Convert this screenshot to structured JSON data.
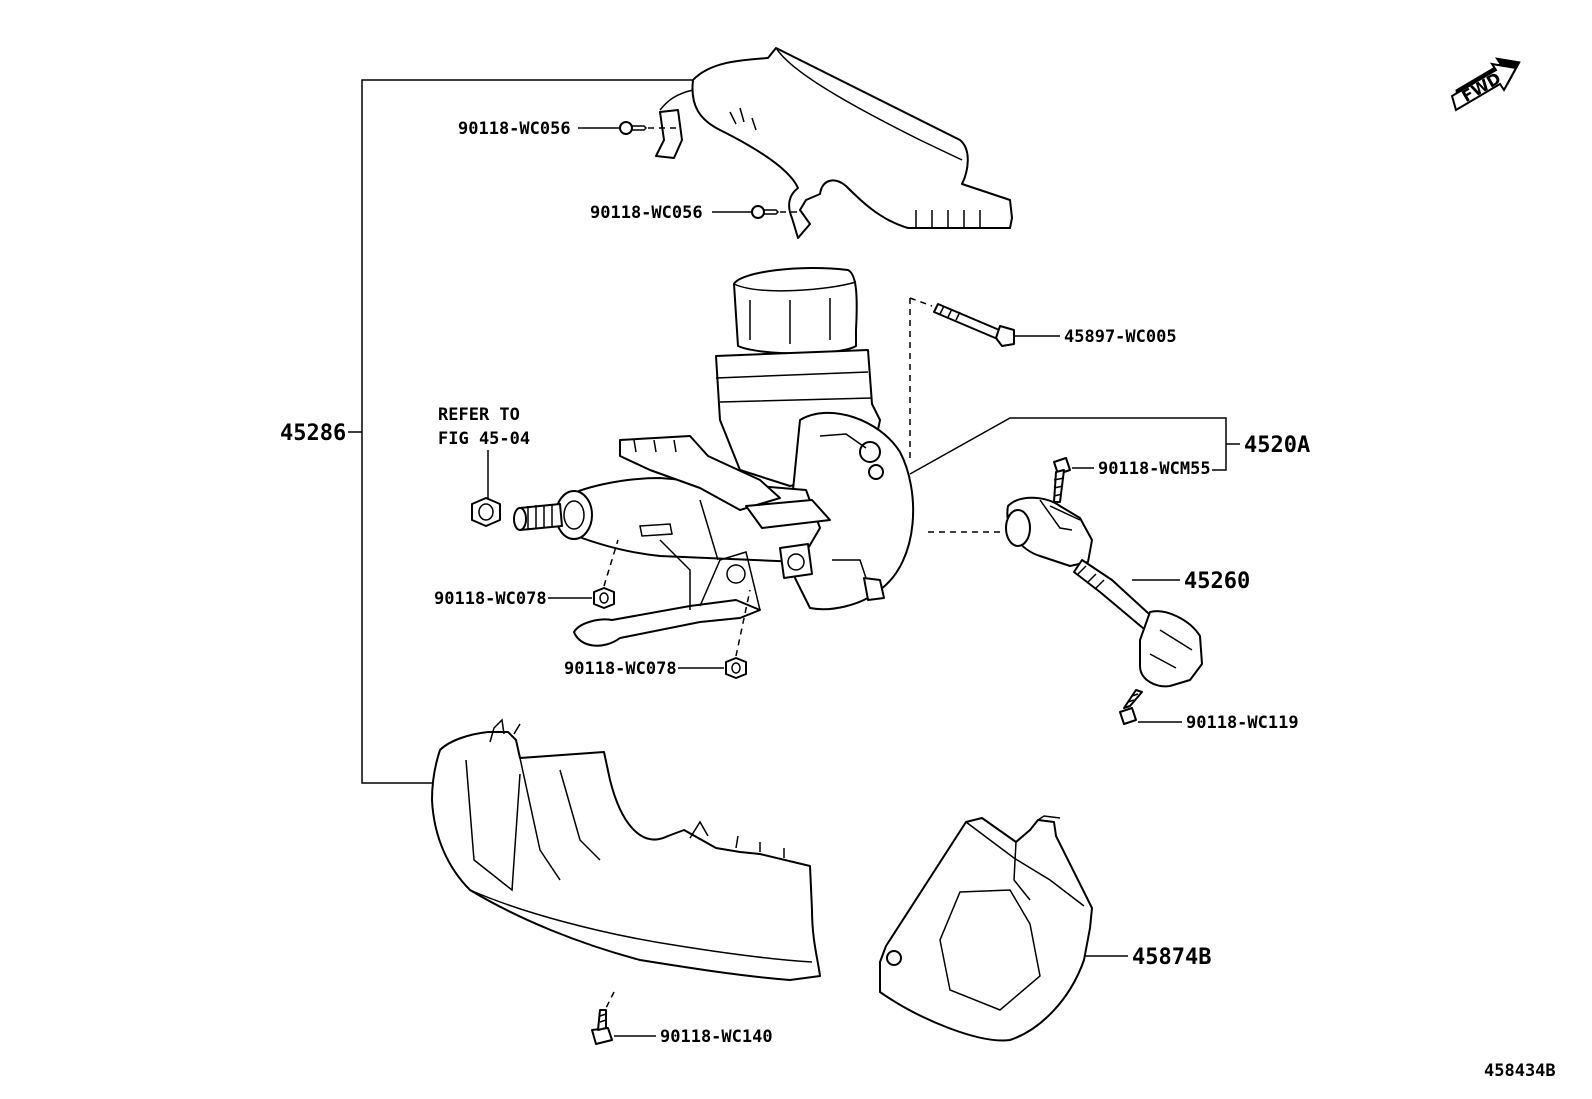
{
  "labels": {
    "wc056_top": "90118-WC056",
    "wc056_bottom": "90118-WC056",
    "bolt_45897": "45897-WC005",
    "refer_line1": "REFER TO",
    "refer_line2": "FIG 45-04",
    "assy_45286": "45286",
    "column_4520A": "4520A",
    "wcm55": "90118-WCM55",
    "shaft_45260": "45260",
    "wc078_a": "90118-WC078",
    "wc078_b": "90118-WC078",
    "wc119": "90118-WC119",
    "cover_45874B": "45874B",
    "wc140": "90118-WC140",
    "fwd": "FWD",
    "figure_id": "458434B"
  }
}
